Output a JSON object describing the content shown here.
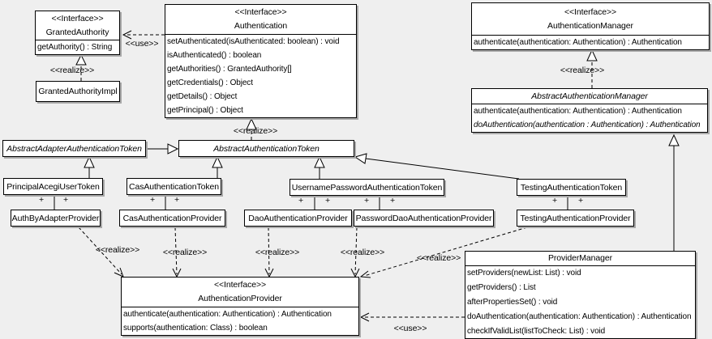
{
  "labels": {
    "use": "<<use>>",
    "realize": "<<realize>>",
    "plus": "+",
    "interface_stereotype": "<<Interface>>"
  },
  "colors": {
    "background": "#efefef",
    "box_fill": "#ffffff",
    "line": "#000000",
    "shadow": "#a8a8a8"
  },
  "classes": {
    "granted_authority": {
      "stereotype": "<<Interface>>",
      "name": "GrantedAuthority",
      "methods": [
        "getAuthority() : String"
      ]
    },
    "granted_authority_impl": {
      "name": "GrantedAuthorityImpl"
    },
    "authentication": {
      "stereotype": "<<Interface>>",
      "name": "Authentication",
      "methods": [
        "setAuthenticated(isAuthenticated: boolean) : void",
        "isAuthenticated() : boolean",
        "getAuthorities() : GrantedAuthority[]",
        "getCredentials() : Object",
        "getDetails() : Object",
        "getPrincipal() : Object"
      ]
    },
    "authentication_manager": {
      "stereotype": "<<Interface>>",
      "name": "AuthenticationManager",
      "methods": [
        "authenticate(authentication: Authentication) : Authentication"
      ]
    },
    "abstract_authentication_manager": {
      "name": "AbstractAuthenticationManager",
      "methods": [
        "authenticate(authentication: Authentication) : Authentication",
        "doAuthentication(authentication : Authentication) : Authentication"
      ]
    },
    "abstract_adapter_authentication_token": {
      "name": "AbstractAdapterAuthenticationToken"
    },
    "abstract_authentication_token": {
      "name": "AbstractAuthenticationToken"
    },
    "principal_acegi_user_token": {
      "name": "PrincipalAcegiUserToken"
    },
    "cas_authentication_token": {
      "name": "CasAuthenticationToken"
    },
    "username_password_authentication_token": {
      "name": "UsernamePasswordAuthenticationToken"
    },
    "testing_authentication_token": {
      "name": "TestingAuthenticationToken"
    },
    "auth_by_adapter_provider": {
      "name": "AuthByAdapterProvider"
    },
    "cas_authentication_provider": {
      "name": "CasAuthenticationProvider"
    },
    "dao_authentication_provider": {
      "name": "DaoAuthenticationProvider"
    },
    "password_dao_authentication_provider": {
      "name": "PasswordDaoAuthenticationProvider"
    },
    "testing_authentication_provider": {
      "name": "TestingAuthenticationProvider"
    },
    "authentication_provider": {
      "stereotype": "<<Interface>>",
      "name": "AuthenticationProvider",
      "methods": [
        "authenticate(authentication: Authentication) : Authentication",
        "supports(authentication: Class) : boolean"
      ]
    },
    "provider_manager": {
      "name": "ProviderManager",
      "methods": [
        "setProviders(newList: List) : void",
        "getProviders() : List",
        "afterPropertiesSet() : void",
        "doAuthentication(authentication: Authentication) : Authentication",
        "checkIfValidList(listToCheck: List) : void"
      ]
    }
  }
}
